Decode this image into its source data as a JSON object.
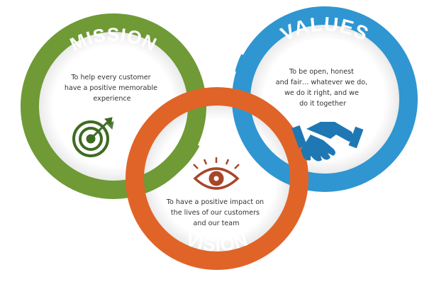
{
  "colors": {
    "mission": "#6f9a36",
    "vision": "#e06427",
    "values": "#2f96d1",
    "text": "#333333",
    "mission_icon": "#3e6b23",
    "vision_icon": "#a8462a",
    "values_icon": "#1f77b4"
  },
  "mission": {
    "title": "MISSION",
    "lines": [
      "To help every customer",
      "have a positive memorable",
      "experience"
    ],
    "icon": "target-icon"
  },
  "values": {
    "title": "VALUES",
    "lines": [
      "To be open, honest",
      "and fair… whatever we do,",
      "we do it right, and we",
      "do it together"
    ],
    "icon": "handshake-icon"
  },
  "vision": {
    "title": "VISION",
    "lines": [
      "To have a positive impact on",
      "the lives of our customers",
      "and our team"
    ],
    "icon": "eye-icon"
  }
}
